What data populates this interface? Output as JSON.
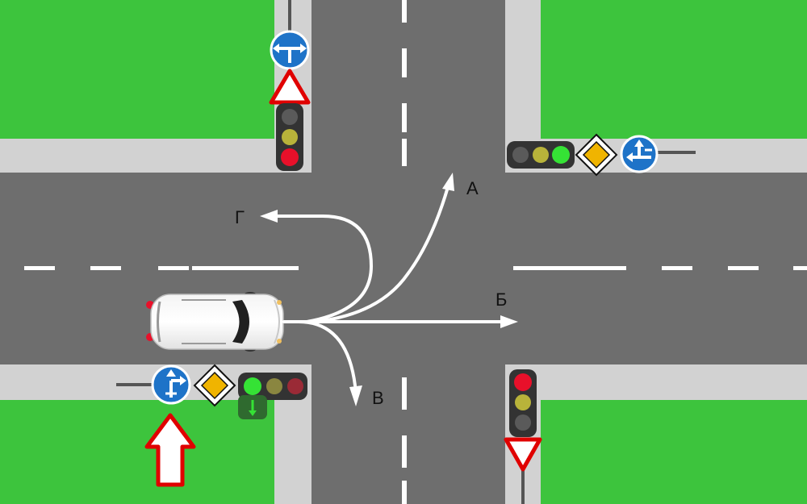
{
  "colors": {
    "grass": "#3dc43d",
    "sidewalk": "#d2d2d2",
    "road": "#6e6e6e",
    "marking": "#ffffff",
    "light_red": "#e8102a",
    "light_yellow": "#b8b33a",
    "light_green": "#35e235",
    "light_off": "#5a5a5a",
    "sign_blue": "#1e73c8",
    "priority_yellow": "#f0b400",
    "pointer_arrow": "#e00000"
  },
  "icons": {
    "car": "car-top-view-icon",
    "route_arrows": "route-arrows-icon",
    "pointer": "red-outline-arrow-icon",
    "signs": [
      "lane-direction-sign-icon",
      "priority-road-sign-icon",
      "give-way-sign-icon"
    ]
  },
  "routes": {
    "a": "А",
    "b": "Б",
    "v": "В",
    "g": "Г"
  }
}
